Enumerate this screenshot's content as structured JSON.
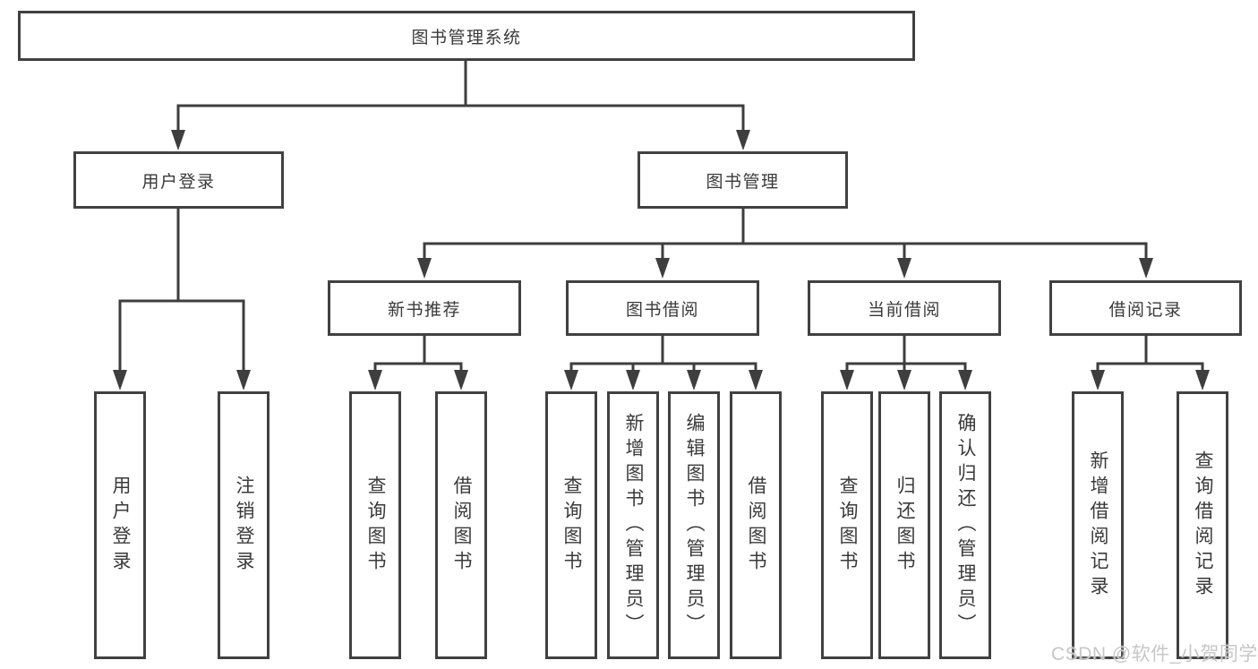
{
  "diagram": {
    "root": {
      "label": "图书管理系统"
    },
    "level1": {
      "user_login": {
        "label": "用户登录"
      },
      "book_management": {
        "label": "图书管理"
      }
    },
    "level2": {
      "new_book_recommendation": {
        "label": "新书推荐"
      },
      "book_borrowing": {
        "label": "图书借阅"
      },
      "current_borrowing": {
        "label": "当前借阅"
      },
      "borrowing_records": {
        "label": "借阅记录"
      }
    },
    "leaves": {
      "login_user_login": {
        "label": "用户登录"
      },
      "login_logout": {
        "label": "注销登录"
      },
      "nbr_query_books": {
        "label": "查询图书"
      },
      "nbr_borrow_books": {
        "label": "借阅图书"
      },
      "bb_query_books": {
        "label": "查询图书"
      },
      "bb_add_books_admin": {
        "label": "新增图书（管理员）"
      },
      "bb_edit_books_admin": {
        "label": "编辑图书（管理员）"
      },
      "bb_borrow_books": {
        "label": "借阅图书"
      },
      "cb_query_books": {
        "label": "查询图书"
      },
      "cb_return_books": {
        "label": "归还图书"
      },
      "cb_confirm_return_admin": {
        "label": "确认归还（管理员）"
      },
      "br_add_borrow_record": {
        "label": "新增借阅记录"
      },
      "br_query_borrow_record": {
        "label": "查询借阅记录"
      }
    },
    "hierarchy": {
      "图书管理系统": {
        "用户登录": [
          "用户登录",
          "注销登录"
        ],
        "图书管理": {
          "新书推荐": [
            "查询图书",
            "借阅图书"
          ],
          "图书借阅": [
            "查询图书",
            "新增图书（管理员）",
            "编辑图书（管理员）",
            "借阅图书"
          ],
          "当前借阅": [
            "查询图书",
            "归还图书",
            "确认归还（管理员）"
          ],
          "借阅记录": [
            "新增借阅记录",
            "查询借阅记录"
          ]
        }
      }
    }
  },
  "watermark": {
    "text": "CSDN @软件_小贺同学"
  },
  "colors": {
    "line": "#3e3e3e",
    "box_border": "#414141",
    "text": "#3a3a3a",
    "watermark": "#c7c7c7",
    "background": "#ffffff"
  }
}
